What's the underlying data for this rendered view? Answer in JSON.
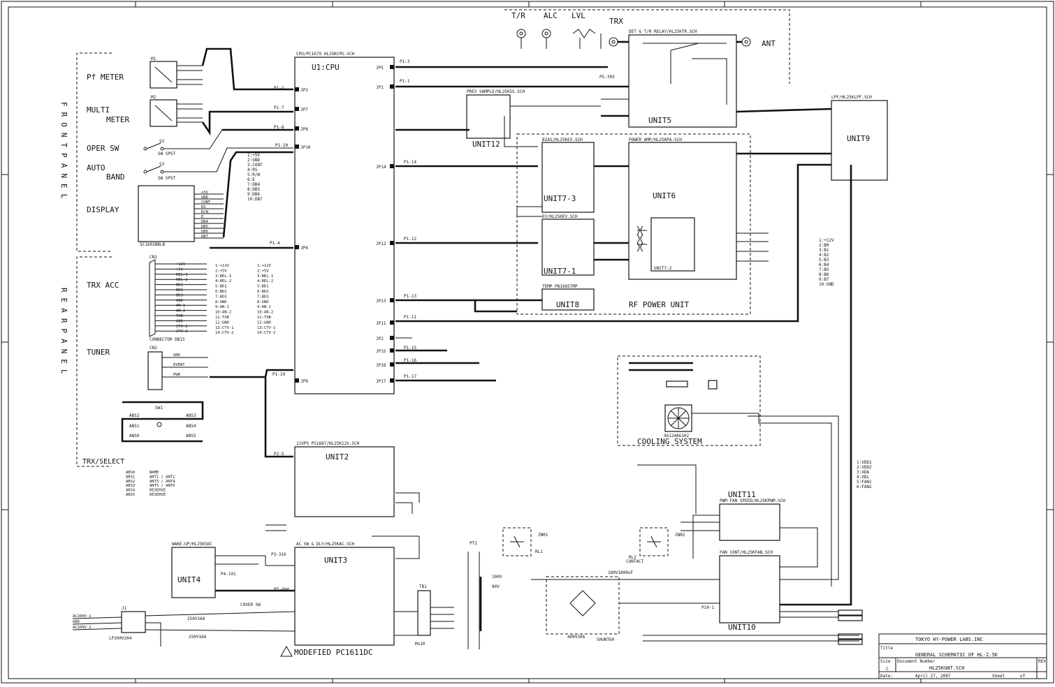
{
  "title_block": {
    "company": "TOKYO HY-POWER LABS.INC",
    "title_label": "Title",
    "title": "GENERAL SCHEMATIC OF HL-2.5K",
    "size_label": "Size",
    "size": "C",
    "docnum_label": "Document Number",
    "docnum": "HL25KGNT.SCH",
    "rev_label": "REV",
    "date_label": "Date:",
    "date": "April 27, 2007",
    "sheet_label": "Sheet",
    "sheet_of": "of"
  },
  "footnote": "MODEFIED PC1611DC",
  "panels": {
    "front": "FRONT PANEL",
    "rear": "REAR PANEL",
    "trx_select": "TRX/SELECT"
  },
  "labels": {
    "pf_meter": "Pf METER",
    "multi": "MULTI",
    "meter": "METER",
    "oper_sw": "OPER SW",
    "auto": "AUTO",
    "band": "BAND",
    "display": "DISPLAY",
    "trx_acc": "TRX ACC",
    "tuner": "TUNER",
    "tr": "T/R",
    "alc": "ALC",
    "lvl": "LVL",
    "trx": "TRX",
    "ant": "ANT",
    "rf_power_unit": "RF POWER UNIT",
    "cooling_system": "COOLING SYSTEM"
  },
  "units": {
    "u1": "U1:CPU",
    "u1_sch": "CPU/PC1679 HL25KCPU.SCH",
    "u2": "UNIT2",
    "u2_sch": "12VPS PS1687/HL25K12V.SCH",
    "u3": "UNIT3",
    "u3_sch": "AC SW & DLY/HL25KAC.SCH",
    "u4": "UNIT4",
    "u4_sch": "WAKE-UP/HL25KSDC",
    "u5": "UNIT5",
    "u5_sch": "DET & T/R RELAY/HL25KTR.SCH",
    "u6": "UNIT6",
    "u6_sch": "POWER AMP/HL25KPA.SCH",
    "u7_3": "UNIT7-3",
    "u7_3_sch": "BIAS/HL25KEV.SCH",
    "u7_1": "UNIT7-1",
    "u7_1_sch": "EV/HL25KEV.SCH",
    "u7_2": "UNIT7-2",
    "u8": "UNIT8",
    "u8_sch": "TEMP PB1685TMP",
    "u9": "UNIT9",
    "u9_sch": "LPF/HL25KLPF.SCH",
    "u10": "UNIT10",
    "u10_sch": "FAN CONT/HL25KFAN.SCH",
    "u11": "UNIT11",
    "u11_sch": "PWM FAN SPEED/HL25KPWM.SCH",
    "u12": "UNIT12",
    "u12_sch": "PREV SAMPLE/HL25KSS.SCH"
  },
  "u1_pins": [
    "JP5",
    "JP1",
    "JP3",
    "JP7",
    "JP8",
    "JP10",
    "JP14",
    "JP4",
    "JP12",
    "JP13",
    "JP11",
    "JP2",
    "JP15",
    "JP16",
    "JP17",
    "JP9"
  ],
  "harness": [
    "P1-1",
    "P1-2",
    "P1-3",
    "P1-4",
    "P1-7",
    "P1-8",
    "P1-10",
    "P1-11",
    "P1-12",
    "P1-13",
    "P1-14",
    "P1-15",
    "P1-16",
    "P1-17",
    "P1-19",
    "P2-5",
    "P3-310",
    "P4-101",
    "P5-303",
    "P5-404",
    "P10-1"
  ],
  "cpu_bus_list": [
    "1:+5V",
    "2:GND",
    "3:CONT",
    "4:RS",
    "5:R/W",
    "6:E",
    "7:DB4",
    "8:DB5",
    "9:DB6",
    "10:DB7"
  ],
  "pa_bus_list": [
    "1:+12V",
    "2:B0",
    "3:B1",
    "4:B2",
    "5:B3",
    "6:B4",
    "7:B5",
    "8:B6",
    "9:B7",
    "10:GND"
  ],
  "fan_bus_list": [
    "1:VDD1",
    "2:VDD2",
    "3:XDA",
    "4:XDL",
    "5:FAN1",
    "6:FAN2"
  ],
  "trx_acc_pins": [
    "+12V",
    "+5V",
    "REL-1",
    "REL-2",
    "BD1",
    "BD2",
    "BD3",
    "GND",
    "AN-1",
    "AN-2",
    "TXB",
    "GND",
    "CTV-1",
    "CTV-2"
  ],
  "tuner_pins": [
    "GND",
    "EVENT",
    "PWR"
  ],
  "display_pins": [
    "+5V",
    "GND",
    "CONT",
    "RS",
    "R/W",
    "E",
    "DB4",
    "DB5",
    "DB6",
    "DB7"
  ],
  "ac_inputs": [
    "AC200V-1",
    "GND",
    "AC200V-2"
  ],
  "select_table": [
    [
      "ABS0",
      "NAME"
    ],
    [
      "ABS1",
      "ANT1 / ANT2"
    ],
    [
      "ABS2",
      "ANT3 / ANT4"
    ],
    [
      "ABS3",
      "ANT5 / ANT6"
    ],
    [
      "ABS4",
      "RESERVE"
    ],
    [
      "ABS5",
      "RESERVE"
    ]
  ],
  "misc": {
    "connector": "CONNECTOR DB15",
    "lcd": "SC1602BBLB",
    "lp": "LP200V204",
    "fan": "9G1248G102",
    "fuse1": "250V16A",
    "fuse2": "250V16A",
    "diode": "400V30A",
    "shunt": "SHUNT60",
    "contact": "CONTACT",
    "hv": "180V1800uF",
    "v100": "100V",
    "v80": "80V",
    "mo": "Mo10",
    "tb": "TB1",
    "pt": "PT1",
    "cover": "COVER SW",
    "s2": "S2",
    "s3": "S3",
    "sw_spst": "SW SPST",
    "rl1": "RL1",
    "rl2": "RL2",
    "znr1": "ZNR1",
    "znr2": "ZNR2",
    "cn1": "CN1",
    "cn2": "CN2",
    "sw1": "SW1",
    "tr_relay": "RL1",
    "m1": "M1",
    "m2": "M2"
  }
}
